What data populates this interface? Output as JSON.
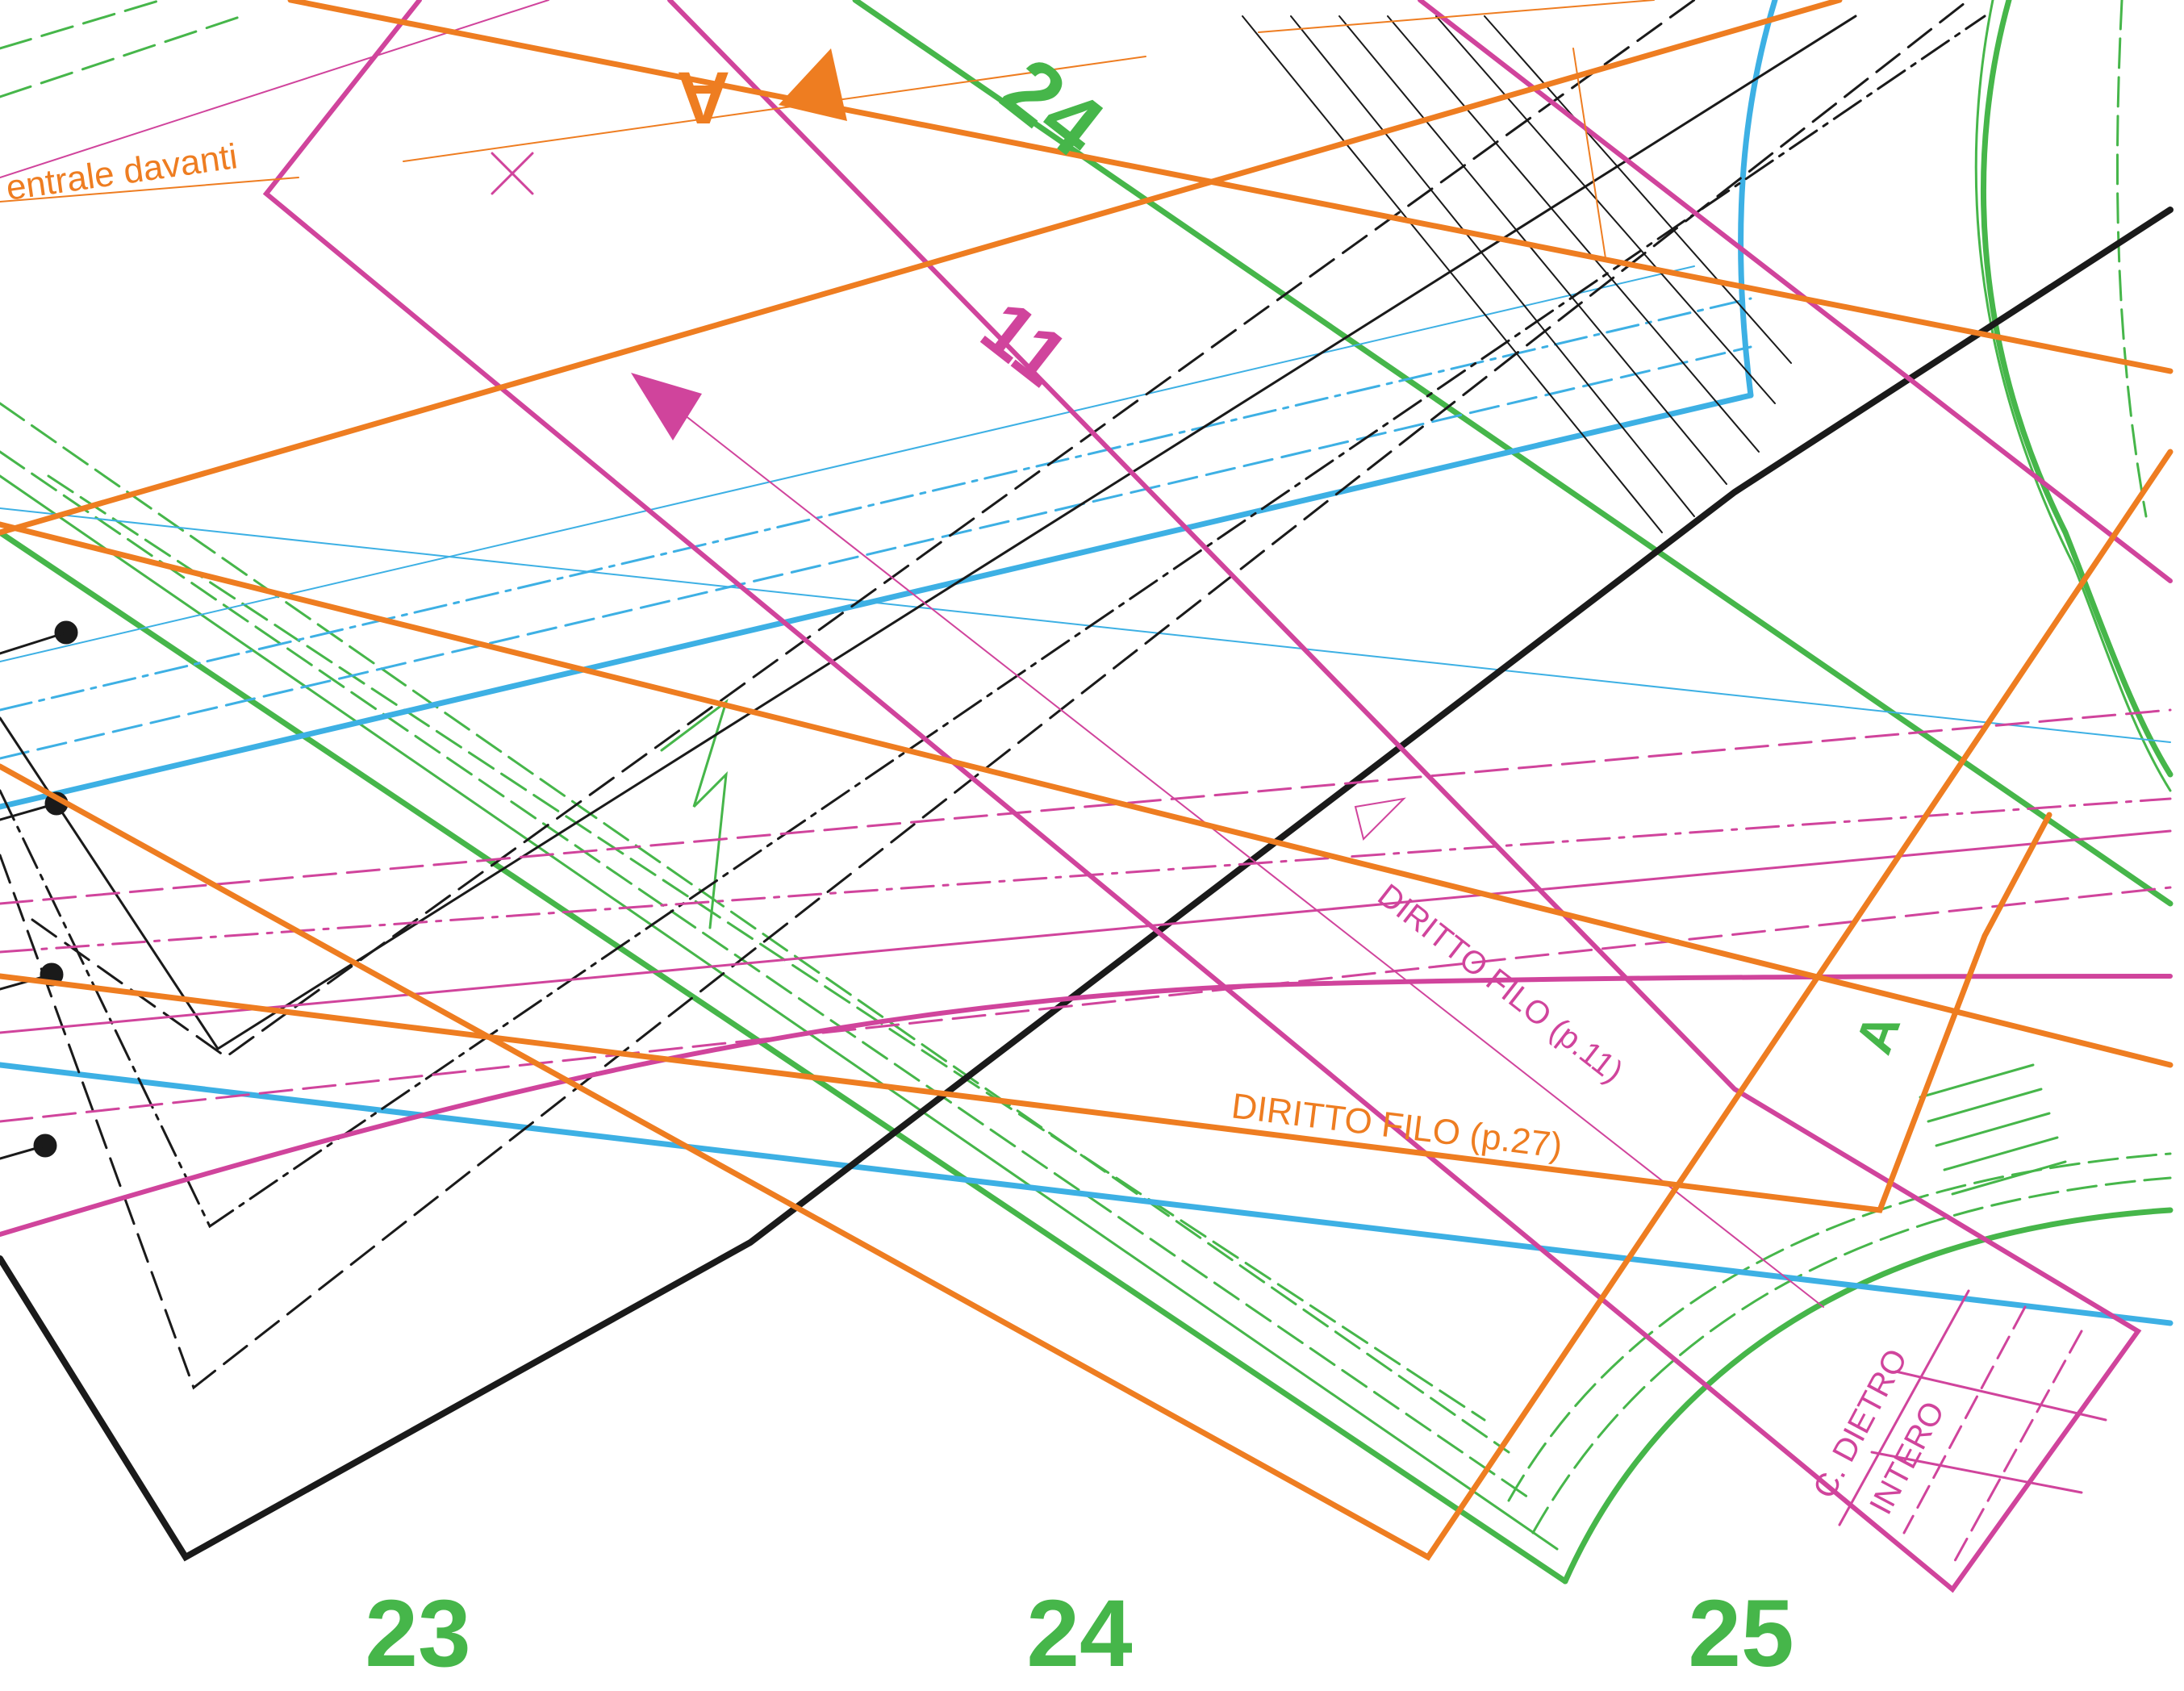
{
  "colors": {
    "orange": "#ee7d21",
    "pink": "#d0449c",
    "green": "#46b64a",
    "blue": "#3db0e4",
    "black": "#1a1a1a",
    "background": "#ffffff"
  },
  "labels": {
    "centrale_davanti": "entrale davanti",
    "diritto_filo_p11": "DIRITTO FILO (p.11)",
    "diritto_filo_p27": "DIRITTO FILO (p.27)",
    "c_dietro": "C. DIETRO",
    "intero": "INTERO",
    "size_green_24": "24",
    "size_pink_11": "11",
    "marker_orange_a": "A",
    "marker_green_a": "A"
  },
  "page_numbers": [
    "23",
    "24",
    "25"
  ]
}
